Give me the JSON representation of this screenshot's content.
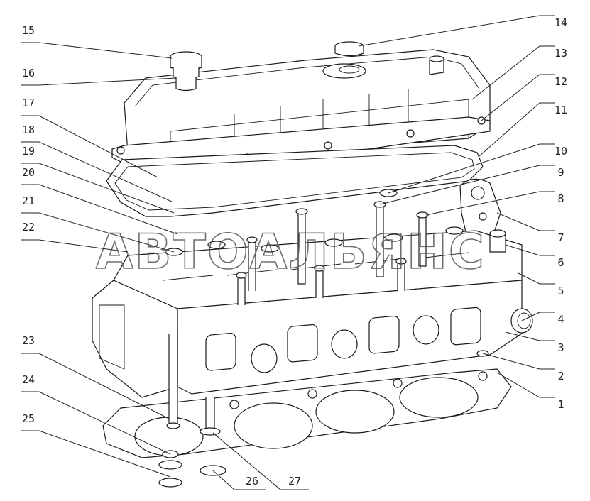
{
  "watermark": "АВТОАЛЬЯНС",
  "callouts": [
    {
      "number": "1"
    },
    {
      "number": "2"
    },
    {
      "number": "3"
    },
    {
      "number": "4"
    },
    {
      "number": "5"
    },
    {
      "number": "6"
    },
    {
      "number": "7"
    },
    {
      "number": "8"
    },
    {
      "number": "9"
    },
    {
      "number": "10"
    },
    {
      "number": "11"
    },
    {
      "number": "12"
    },
    {
      "number": "13"
    },
    {
      "number": "14"
    },
    {
      "number": "15"
    },
    {
      "number": "16"
    },
    {
      "number": "17"
    },
    {
      "number": "18"
    },
    {
      "number": "19"
    },
    {
      "number": "20"
    },
    {
      "number": "21"
    },
    {
      "number": "22"
    },
    {
      "number": "23"
    },
    {
      "number": "24"
    },
    {
      "number": "25"
    },
    {
      "number": "26"
    },
    {
      "number": "27"
    }
  ]
}
